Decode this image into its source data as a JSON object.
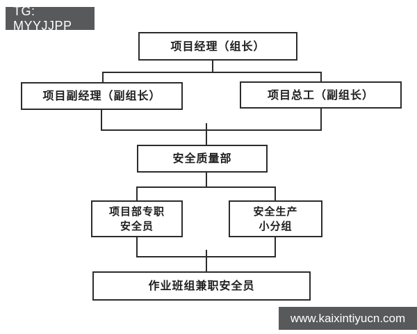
{
  "watermarks": {
    "top_left": "TG: MYYJJPP",
    "bottom_right": "www.kaixintiyucn.com"
  },
  "colors": {
    "background": "#ffffff",
    "node_border": "#2b2b2b",
    "node_text": "#1d1d1d",
    "connector_line": "#2b2b2b",
    "badge_background": "#58595b",
    "badge_text": "#ffffff"
  },
  "diagram": {
    "type": "org-chart",
    "title": "",
    "nodes": [
      {
        "id": "project-manager",
        "label": "项目经理（组长）"
      },
      {
        "id": "deputy-project-manager",
        "label": "项目副经理（副组长）"
      },
      {
        "id": "project-chief-engineer",
        "label": "项目总工（副组长）"
      },
      {
        "id": "safety-quality-department",
        "label": "安全质量部"
      },
      {
        "id": "fulltime-safety-officer",
        "label": "项目部专职\n安全员"
      },
      {
        "id": "safety-production-team",
        "label": "安全生产\n小分组"
      },
      {
        "id": "team-parttime-safety-officer",
        "label": "作业班组兼职安全员"
      }
    ],
    "edges": [
      {
        "from": "project-manager",
        "to": "deputy-project-manager"
      },
      {
        "from": "project-manager",
        "to": "project-chief-engineer"
      },
      {
        "from": "deputy-project-manager",
        "to": "safety-quality-department"
      },
      {
        "from": "project-chief-engineer",
        "to": "safety-quality-department"
      },
      {
        "from": "safety-quality-department",
        "to": "fulltime-safety-officer"
      },
      {
        "from": "safety-quality-department",
        "to": "safety-production-team"
      },
      {
        "from": "fulltime-safety-officer",
        "to": "team-parttime-safety-officer"
      },
      {
        "from": "safety-production-team",
        "to": "team-parttime-safety-officer"
      }
    ]
  }
}
